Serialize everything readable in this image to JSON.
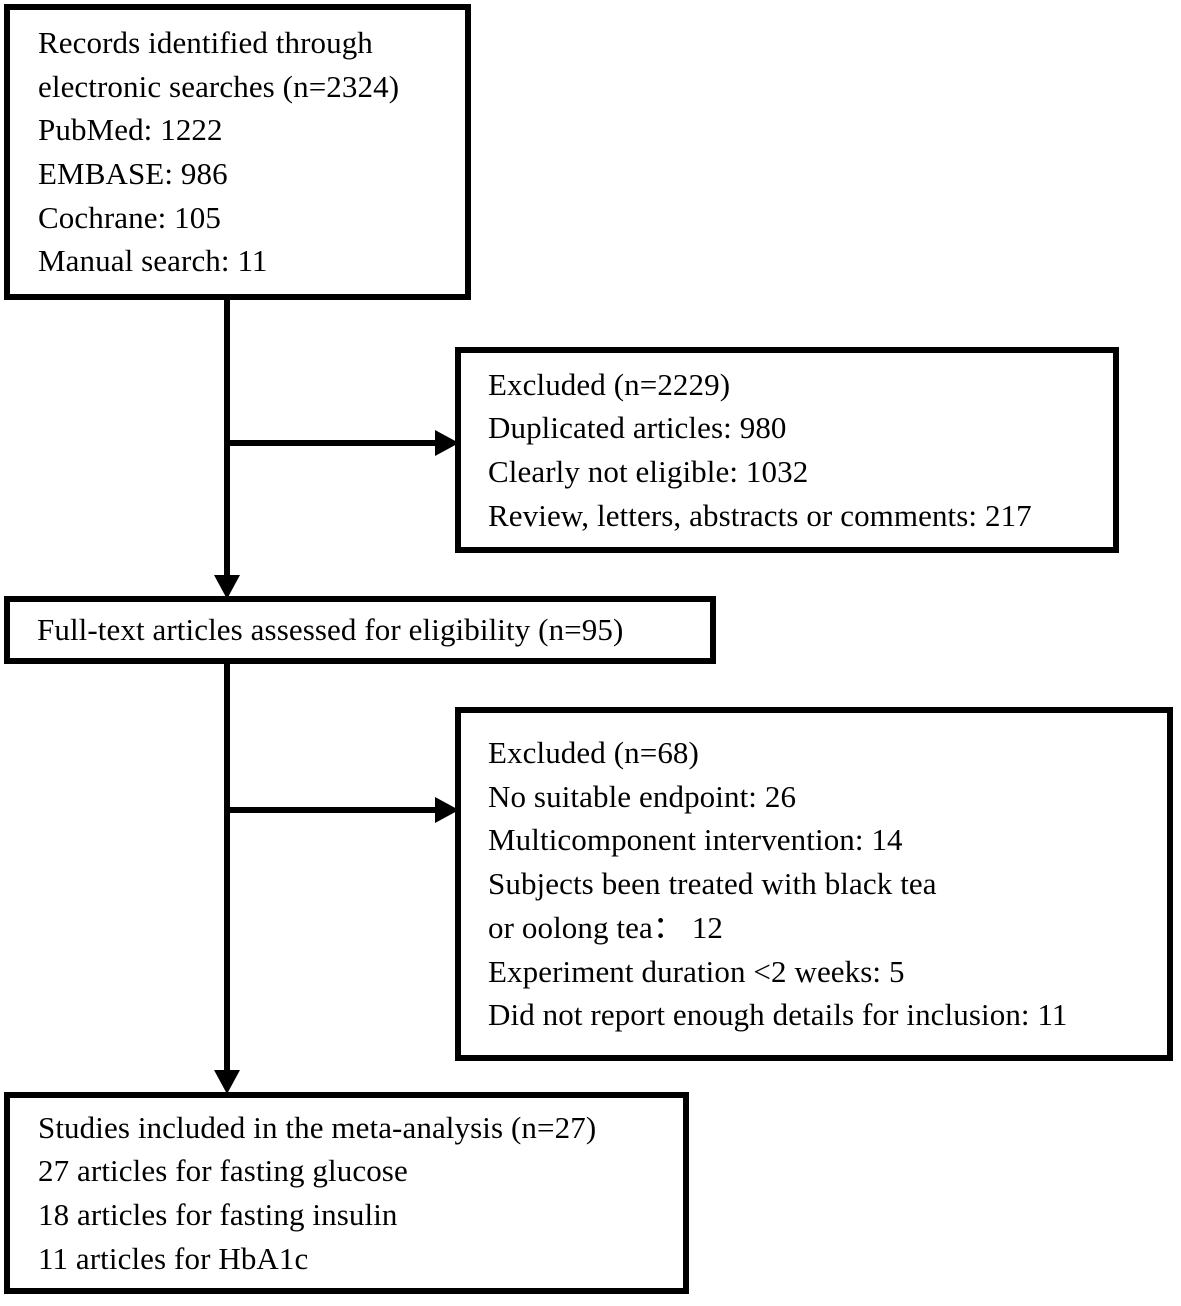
{
  "diagram": {
    "type": "prisma-study-selection-flowchart",
    "colors": {
      "border": "#000000",
      "background": "#ffffff",
      "text": "#000000",
      "connector": "#000000"
    },
    "nodes": {
      "identified": {
        "name": "records-identified",
        "lines": [
          "Records identified through",
          "electronic searches (n=2324)",
          "PubMed: 1222",
          "EMBASE: 986",
          "Cochrane: 105",
          "Manual search: 11"
        ],
        "total": 2324,
        "sources": [
          {
            "label": "PubMed",
            "count": 1222
          },
          {
            "label": "EMBASE",
            "count": 986
          },
          {
            "label": "Cochrane",
            "count": 105
          },
          {
            "label": "Manual search",
            "count": 11
          }
        ]
      },
      "excluded_screening": {
        "name": "excluded-after-screening",
        "lines": [
          "Excluded (n=2229)",
          "Duplicated articles: 980",
          "Clearly not eligible: 1032",
          "Review, letters, abstracts or comments: 217"
        ],
        "total": 2229,
        "reasons": [
          {
            "label": "Duplicated articles",
            "count": 980
          },
          {
            "label": "Clearly not eligible",
            "count": 1032
          },
          {
            "label": "Review, letters, abstracts or comments",
            "count": 217
          }
        ]
      },
      "fulltext": {
        "name": "full-text-assessed",
        "lines": [
          "Full-text articles assessed for eligibility (n=95)"
        ],
        "total": 95
      },
      "excluded_eligibility": {
        "name": "excluded-after-eligibility",
        "lines": [
          "Excluded (n=68)",
          "No suitable endpoint: 26",
          "Multicomponent intervention: 14",
          "Subjects been treated with black tea",
          "or oolong tea： 12",
          "Experiment duration <2 weeks: 5",
          "Did not report enough details for inclusion: 11"
        ],
        "total": 68,
        "reasons": [
          {
            "label": "No suitable endpoint",
            "count": 26
          },
          {
            "label": "Multicomponent intervention",
            "count": 14
          },
          {
            "label": "Subjects been treated with black tea or oolong tea",
            "count": 12
          },
          {
            "label": "Experiment duration <2 weeks",
            "count": 5
          },
          {
            "label": "Did not report enough details for inclusion",
            "count": 11
          }
        ]
      },
      "included": {
        "name": "studies-included",
        "lines": [
          "Studies included in the meta-analysis (n=27)",
          "27 articles for fasting glucose",
          "18 articles for fasting insulin",
          "11 articles for HbA1c"
        ],
        "total": 27,
        "outcomes": [
          {
            "label": "fasting glucose",
            "count": 27
          },
          {
            "label": "fasting insulin",
            "count": 18
          },
          {
            "label": "HbA1c",
            "count": 11
          }
        ]
      }
    },
    "connectors": [
      {
        "name": "identified-to-fulltext",
        "from": "identified",
        "to": "fulltext",
        "direction": "down"
      },
      {
        "name": "identified-to-excluded-screening",
        "from": "identified",
        "to": "excluded_screening",
        "direction": "right"
      },
      {
        "name": "fulltext-to-included",
        "from": "fulltext",
        "to": "included",
        "direction": "down"
      },
      {
        "name": "fulltext-to-excluded-eligibility",
        "from": "fulltext",
        "to": "excluded_eligibility",
        "direction": "right"
      }
    ]
  }
}
